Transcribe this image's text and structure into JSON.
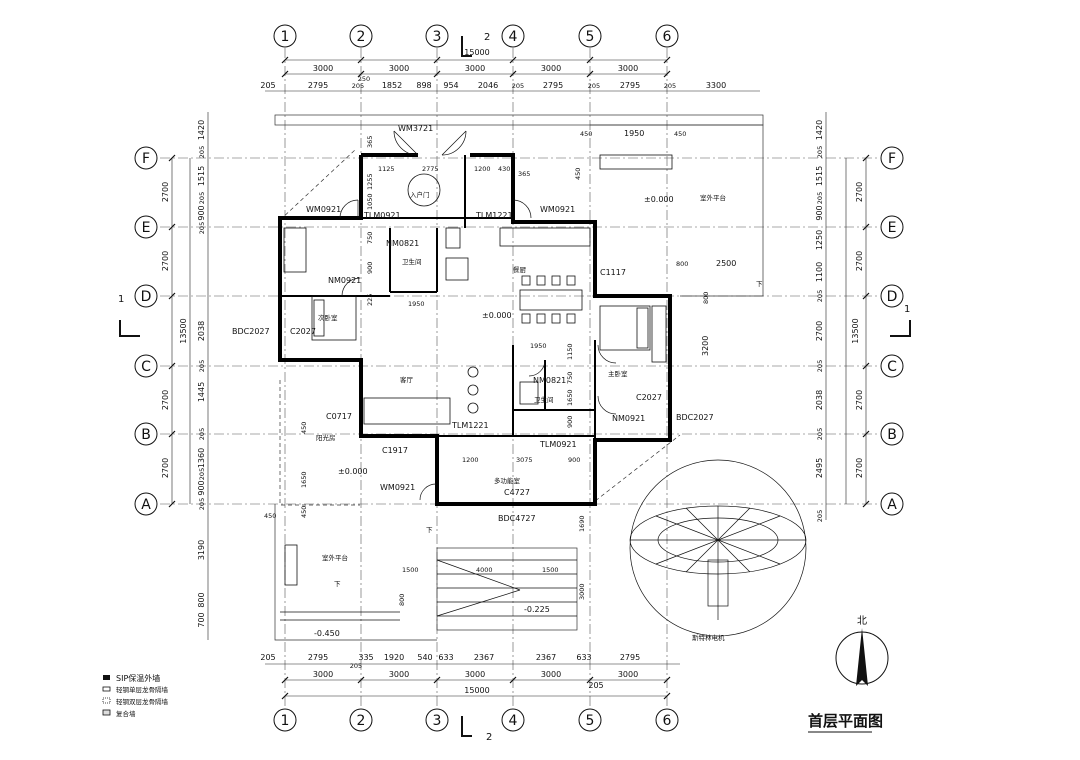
{
  "title": "首层平面图",
  "north": "北",
  "section_marker": "2",
  "section_marker_side": "1",
  "axes_v": [
    "1",
    "2",
    "3",
    "4",
    "5",
    "6"
  ],
  "axes_h": [
    "F",
    "E",
    "D",
    "C",
    "B",
    "A"
  ],
  "dims_top": {
    "total": "15000",
    "bays": [
      "3000",
      "3000",
      "3000",
      "3000",
      "3000"
    ],
    "detail": [
      "205",
      "2795",
      "250",
      "205",
      "1852",
      "898",
      "954",
      "2046",
      "205",
      "2795",
      "205",
      "2795",
      "205",
      "3300"
    ]
  },
  "dims_bottom": {
    "detail": [
      "205",
      "2795",
      "205",
      "335",
      "1920",
      "540",
      "633",
      "2367",
      "2367",
      "633",
      "2795"
    ],
    "bays": [
      "3000",
      "3000",
      "3000",
      "3000",
      "3000"
    ],
    "total": "15000",
    "extra": "205"
  },
  "dims_left": {
    "total": "13500",
    "bays": [
      "2700",
      "2700",
      "2700",
      "2700",
      "2700"
    ],
    "detail": [
      "1420",
      "205",
      "1515",
      "205",
      "900",
      "205",
      "2038",
      "205",
      "1445",
      "205",
      "1360",
      "205",
      "900",
      "205",
      "3190",
      "700",
      "800"
    ]
  },
  "dims_right": {
    "total": "13500",
    "bays": [
      "2700",
      "2700",
      "2700",
      "2700",
      "2700"
    ],
    "detail": [
      "1420",
      "205",
      "1515",
      "205",
      "900",
      "1250",
      "1100",
      "205",
      "2700",
      "205",
      "2038",
      "205",
      "2495",
      "205"
    ]
  },
  "rooms": {
    "entry": "入户门",
    "kitchen": "餐厨",
    "second_bedroom": "次卧室",
    "living_room": "客厅",
    "master_bedroom": "主卧室",
    "bathroom_1": "卫生间",
    "bathroom_2": "卫生间",
    "sunroom": "阳光房",
    "multi_function": "多功能室",
    "terrace_ne": "室外平台",
    "terrace_sw": "室外平台",
    "stirling": "斯特林电机"
  },
  "labels": {
    "wm3721": "WM3721",
    "wm0921_l": "WM0921",
    "wm0921_r": "WM0921",
    "wm0921_s": "WM0921",
    "tlm0921": "TLM0921",
    "tlm1221_n": "TLM1221",
    "tlm1221_s": "TLM1221",
    "nm0821_n": "NM0821",
    "nm0821_s": "NM0821",
    "nm0921_l": "NM0921",
    "nm0921_r": "NM0921",
    "tlm0921_s": "TLM0921",
    "c1117": "C1117",
    "c2027_l": "C2027",
    "c2027_r": "C2027",
    "c0717": "C0717",
    "c1917": "C1917",
    "c4727": "C4727",
    "bdc2027_l": "BDC2027",
    "bdc2027_r": "BDC2027",
    "bdc4727": "BDC4727",
    "elev_0_1": "±0.000",
    "elev_0_2": "±0.000",
    "elev_0_3": "±0.000",
    "elev_m450": "-0.450",
    "elev_m225": "-0.225",
    "down_1": "下",
    "down_2": "下",
    "down_3": "下",
    "d450_a": "450",
    "d1950_a": "1950",
    "d450_b": "450",
    "d1125": "1125",
    "d2775": "2775",
    "d1200_a": "1200",
    "d430": "430",
    "d365_a": "365",
    "d365_b": "365",
    "d450_c": "450",
    "d1255": "1255",
    "d1050": "1050",
    "d750": "750",
    "d900_a": "900",
    "d225": "225",
    "d1950_b": "1950",
    "d1950_c": "1950",
    "d1150": "1150",
    "d750_b": "750",
    "d1650_b": "1650",
    "d900_b": "900",
    "d1200_b": "1200",
    "d3075": "3075",
    "d900_c": "900",
    "d800_a": "800",
    "d2500": "2500",
    "d800_b": "800",
    "d3200": "3200",
    "d450_d": "450",
    "d1650": "1650",
    "d450_e": "450",
    "d1500_a": "1500",
    "d4000": "4000",
    "d1500_b": "1500",
    "d3000_r": "3000",
    "d1690": "1690",
    "d800_c": "800",
    "d450_f": "450"
  },
  "legend": [
    "SIP保温外墙",
    "轻钢单层龙骨隔墙",
    "轻钢双层龙骨隔墙",
    "复合墙"
  ]
}
